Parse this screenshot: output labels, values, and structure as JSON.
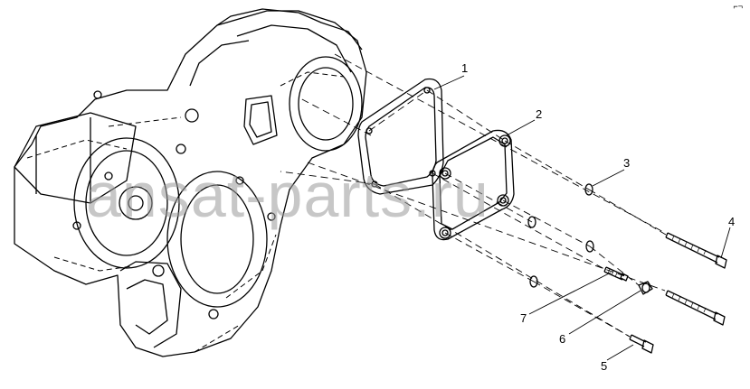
{
  "diagram": {
    "callouts": [
      {
        "id": "1",
        "label": "1"
      },
      {
        "id": "2",
        "label": "2"
      },
      {
        "id": "3",
        "label": "3"
      },
      {
        "id": "4",
        "label": "4"
      },
      {
        "id": "5",
        "label": "5"
      },
      {
        "id": "6",
        "label": "6"
      },
      {
        "id": "7",
        "label": "7"
      }
    ],
    "watermark": "ansat-parts.ru",
    "corner_mark": "⌐¬"
  }
}
